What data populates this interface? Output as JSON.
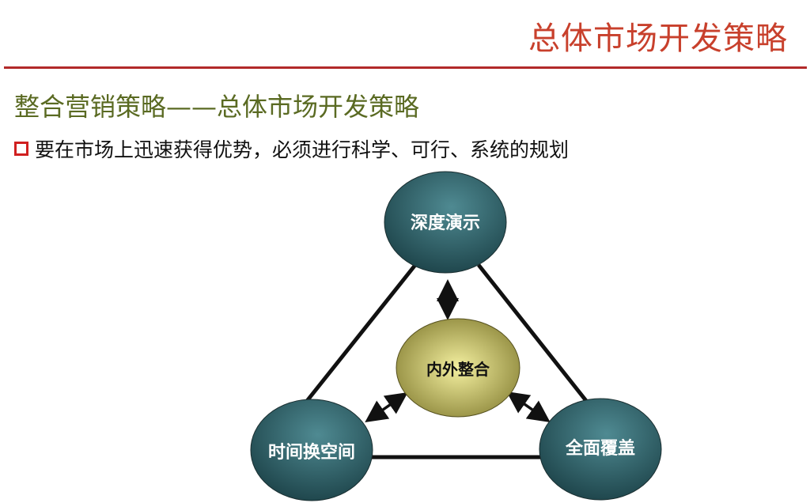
{
  "header": {
    "title": "总体市场开发策略"
  },
  "heading": "整合营销策略——总体市场开发策略",
  "bullet": "要在市场上迅速获得优势，必须进行科学、可行、系统的规划",
  "diagram": {
    "center": "内外整合",
    "top": "深度演示",
    "bottom_left": "时间换空间",
    "bottom_right": "全面覆盖",
    "colors": {
      "outer": "#2f5f66",
      "center": "#b8b060"
    }
  }
}
